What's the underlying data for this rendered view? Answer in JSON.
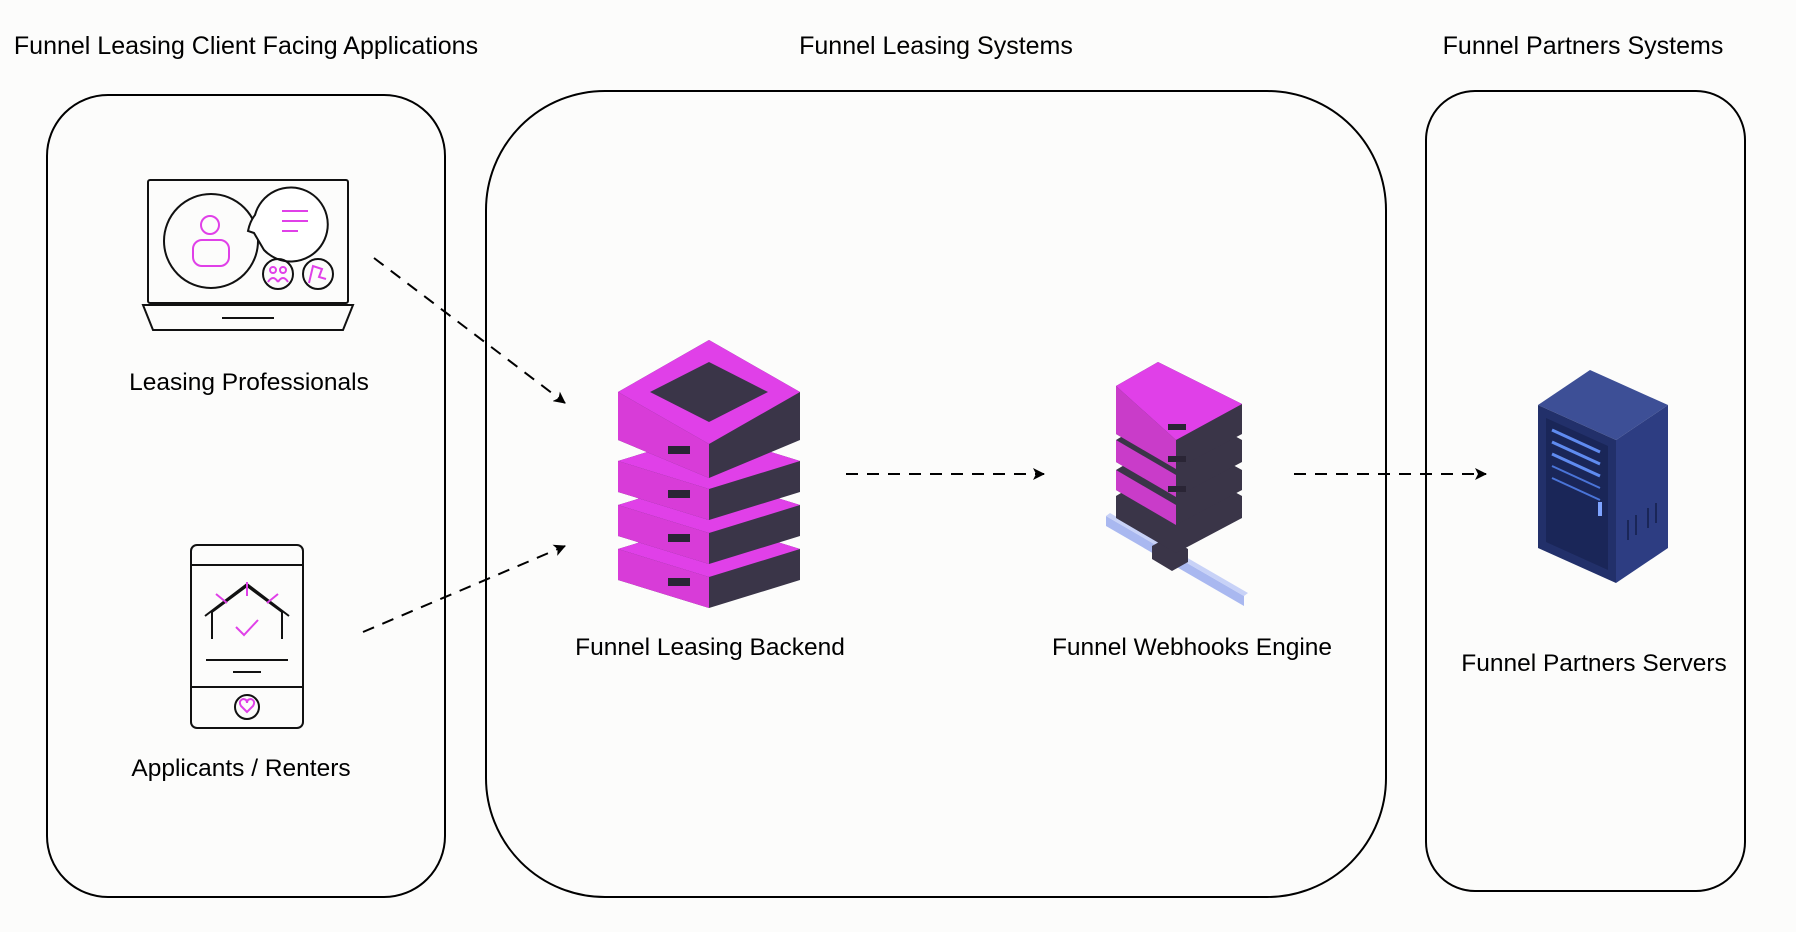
{
  "groups": {
    "client_apps": {
      "title": "Funnel Leasing Client Facing Applications"
    },
    "leasing_systems": {
      "title": "Funnel Leasing Systems"
    },
    "partners_systems": {
      "title": "Funnel Partners Systems"
    }
  },
  "nodes": {
    "leasing_professionals": {
      "label": "Leasing Professionals",
      "icon": "laptop-icon"
    },
    "applicants_renters": {
      "label": "Applicants / Renters",
      "icon": "mobile-phone-icon"
    },
    "leasing_backend": {
      "label": "Funnel Leasing Backend",
      "icon": "server-stack-icon"
    },
    "webhooks_engine": {
      "label": "Funnel Webhooks Engine",
      "icon": "network-server-icon"
    },
    "partners_servers": {
      "label": "Funnel Partners Servers",
      "icon": "server-rack-icon"
    }
  },
  "edges": [
    {
      "from": "Leasing Professionals",
      "to": "Funnel Leasing Backend",
      "style": "dashed"
    },
    {
      "from": "Applicants / Renters",
      "to": "Funnel Leasing Backend",
      "style": "dashed"
    },
    {
      "from": "Funnel Leasing Backend",
      "to": "Funnel Webhooks Engine",
      "style": "dashed"
    },
    {
      "from": "Funnel Webhooks Engine",
      "to": "Funnel Partners Servers",
      "style": "dashed"
    }
  ],
  "colors": {
    "accent_magenta": "#e040e8",
    "server_dark": "#3a3548",
    "rack_blue": "#2a3a78",
    "line": "#000000"
  }
}
